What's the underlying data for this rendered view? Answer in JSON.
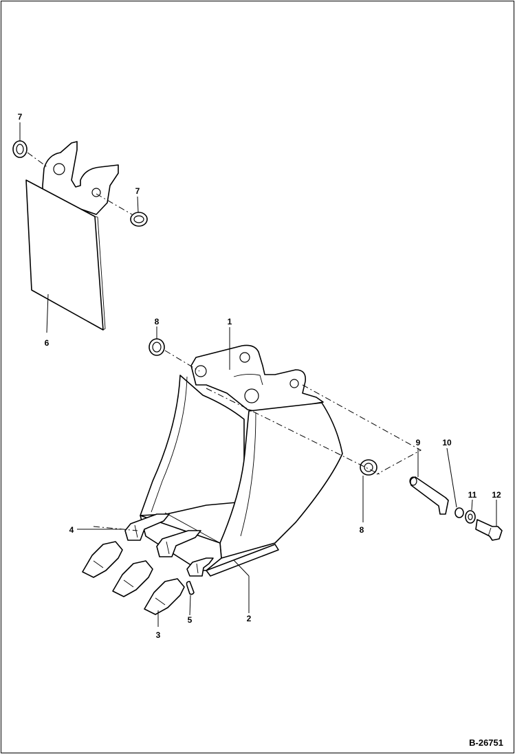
{
  "drawing": {
    "drawing_id": "B-26751",
    "callouts": {
      "c1": "1",
      "c2": "2",
      "c3": "3",
      "c4": "4",
      "c5": "5",
      "c6": "6",
      "c7a": "7",
      "c7b": "7",
      "c8a": "8",
      "c8b": "8",
      "c9": "9",
      "c10": "10",
      "c11": "11",
      "c12": "12"
    }
  },
  "colors": {
    "line": "#000000",
    "background": "#ffffff"
  }
}
